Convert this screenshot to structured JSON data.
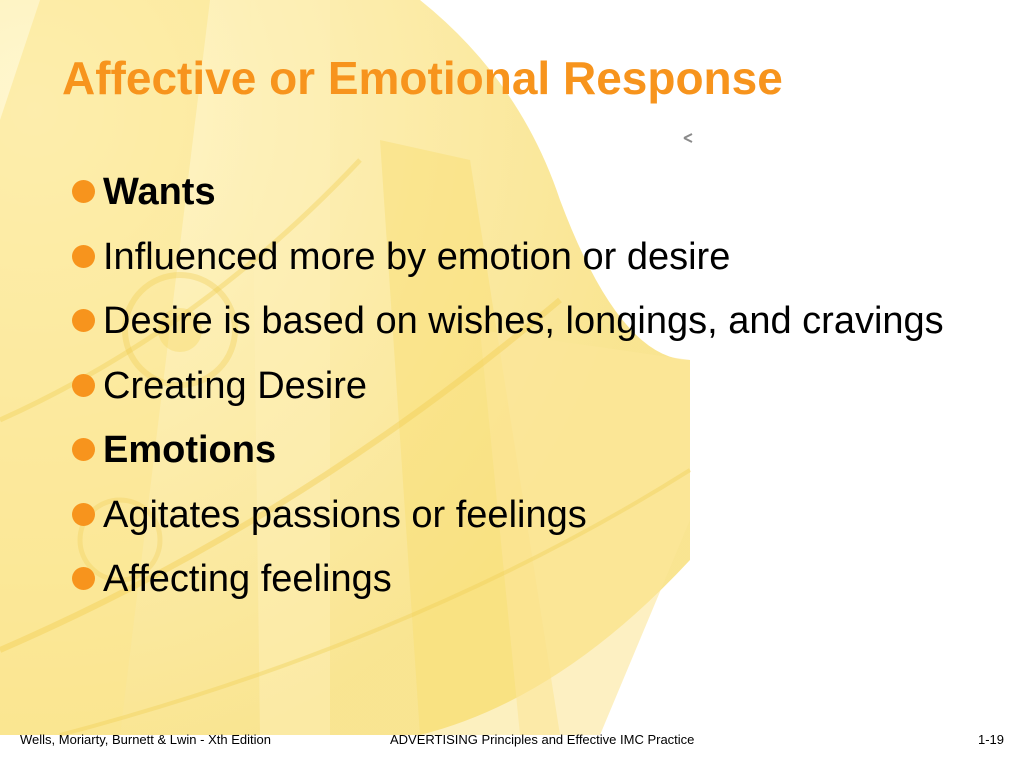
{
  "slide": {
    "title": "Affective or Emotional Response",
    "bullets": [
      {
        "text": "Wants",
        "bold": true
      },
      {
        "text": "Influenced more by emotion or desire",
        "bold": false
      },
      {
        "text": "Desire is based on wishes, longings, and cravings",
        "bold": false
      },
      {
        "text": "Creating Desire",
        "bold": false
      },
      {
        "text": "Emotions",
        "bold": true
      },
      {
        "text": "Agitates passions or feelings",
        "bold": false
      },
      {
        "text": "Affecting feelings",
        "bold": false
      }
    ]
  },
  "footer": {
    "left": "Wells, Moriarty, Burnett & Lwin - Xth Edition",
    "center": "ADVERTISING Principles and Effective IMC Practice",
    "right": "1-19"
  },
  "colors": {
    "title": "#F7941D",
    "bullet": "#F7941D",
    "background_art": "#FBE89A",
    "background_art_dark": "#F3D560"
  }
}
